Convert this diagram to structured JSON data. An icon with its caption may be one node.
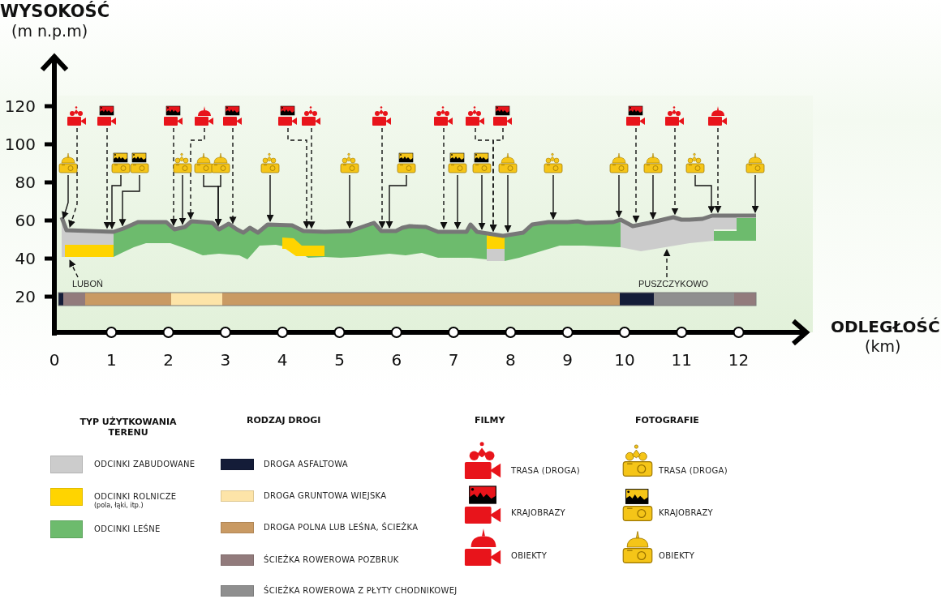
{
  "diagram": {
    "nodes": [
      {
        "text": [],
        "shape": "picture"
      },
      {
        "text": [],
        "shape": "picture"
      },
      {
        "text": [],
        "shape": "picture"
      },
      {
        "text": [],
        "shape": "picture"
      },
      {
        "text": [],
        "shape": "picture"
      },
      {
        "text": [],
        "shape": "picture"
      },
      {
        "text": [],
        "shape": "picture"
      },
      {
        "text": [],
        "shape": "picture"
      },
      {
        "text": [],
        "shape": "picture"
      },
      {
        "text": [],
        "shape": "picture"
      },
      {
        "text": [],
        "shape": "picture"
      },
      {
        "text": [],
        "shape": "picture"
      },
      {
        "text": [],
        "shape": "picture"
      },
      {
        "text": [],
        "shape": "picture"
      },
      {
        "text": [],
        "shape": "picture"
      },
      {
        "text": [],
        "shape": "picture"
      },
      {
        "text": [],
        "shape": "picture"
      },
      {
        "text": [],
        "shape": "picture"
      },
      {
        "text": [],
        "shape": "picture"
      },
      {
        "text": [],
        "shape": "picture"
      },
      {
        "text": [],
        "shape": "picture"
      },
      {
        "text": [],
        "shape": "picture"
      },
      {
        "text": [],
        "shape": "picture"
      },
      {
        "text": [],
        "shape": "picture"
      },
      {
        "text": [],
        "shape": "picture"
      },
      {
        "text": [],
        "shape": "picture"
      },
      {
        "text": [],
        "shape": "picture"
      },
      {
        "text": [],
        "shape": "picture"
      },
      {
        "text": [],
        "shape": "picture"
      },
      {
        "text": [],
        "shape": "picture"
      },
      {
        "text": [],
        "shape": "picture"
      },
      {
        "text": [
          "LUBOŃ"
        ]
      },
      {
        "text": [
          "PUSZCZYKOWO"
        ]
      },
      {
        "text": [],
        "shape": "picture"
      }
    ],
    "edges": [
      {
        "from": 0,
        "to": 33,
        "arrow": "to",
        "style": "dashed"
      },
      {
        "from": 1,
        "to": 33,
        "arrow": "to",
        "style": "dashed"
      },
      {
        "from": 2,
        "to": 33,
        "arrow": "to",
        "style": "dashed"
      },
      {
        "from": 3,
        "to": 33,
        "arrow": "to",
        "style": "dashed"
      },
      {
        "from": 4,
        "to": 33,
        "arrow": "to",
        "style": "dashed"
      },
      {
        "from": 5,
        "to": 33,
        "arrow": "to",
        "style": "dashed"
      },
      {
        "from": 6,
        "to": 33,
        "arrow": "to",
        "style": "dashed"
      },
      {
        "from": 7,
        "to": 33,
        "arrow": "to",
        "style": "dashed"
      },
      {
        "from": 8,
        "to": 33,
        "arrow": "to",
        "style": "dashed"
      },
      {
        "from": 9,
        "to": 33,
        "arrow": "to",
        "style": "dashed"
      },
      {
        "from": 10,
        "to": 33,
        "arrow": "to",
        "style": "dashed"
      },
      {
        "from": 11,
        "to": 33,
        "arrow": "to",
        "style": "dashed"
      },
      {
        "from": 12,
        "to": 33,
        "arrow": "to",
        "style": "dashed"
      },
      {
        "from": 13,
        "to": 33,
        "arrow": "to",
        "style": "dashed"
      },
      {
        "from": 14,
        "to": 33,
        "arrow": "to"
      },
      {
        "from": 15,
        "to": 33,
        "arrow": "to"
      },
      {
        "from": 16,
        "to": 33,
        "arrow": "to"
      },
      {
        "from": 17,
        "to": 33,
        "arrow": "to"
      },
      {
        "from": 18,
        "to": 33,
        "arrow": "to"
      },
      {
        "from": 19,
        "to": 33,
        "arrow": "to"
      },
      {
        "from": 20,
        "to": 33,
        "arrow": "to"
      },
      {
        "from": 21,
        "to": 33,
        "arrow": "to"
      },
      {
        "from": 22,
        "to": 33,
        "arrow": "to"
      },
      {
        "from": 23,
        "to": 33,
        "arrow": "to"
      },
      {
        "from": 24,
        "to": 33,
        "arrow": "to"
      },
      {
        "from": 25,
        "to": 33,
        "arrow": "to"
      },
      {
        "from": 26,
        "to": 33,
        "arrow": "to"
      },
      {
        "from": 27,
        "to": 33,
        "arrow": "to"
      },
      {
        "from": 28,
        "to": 33,
        "arrow": "to"
      },
      {
        "from": 29,
        "to": 33,
        "arrow": "to"
      },
      {
        "from": 30,
        "to": 33,
        "arrow": "to"
      },
      {
        "from": 31,
        "to": 33,
        "arrow": "to",
        "style": "dashed"
      },
      {
        "from": 32,
        "to": 33,
        "arrow": "to",
        "style": "dashed"
      }
    ],
    "labels": [
      "WYSOKOŚĆ",
      "(m n.p.m)",
      "120",
      "100",
      "80",
      "60",
      "40",
      "20",
      "ODLEGŁOŚĆ",
      "(km)",
      "0",
      "1",
      "2",
      "3",
      "4",
      "5",
      "6",
      "7",
      "8",
      "9",
      "10",
      "11",
      "12",
      "TYP UŻYTKOWANIA TERENU",
      "RODZAJ DROGI",
      "FILMY",
      "FOTOGRAFIE",
      "(pola, łąki, itp.)"
    ],
    "legend": [
      {
        "text": "ODCINKI ZABUDOWANE",
        "color": "#cccccc"
      },
      {
        "text": "ODCINKI ROLNICZE",
        "color": "#ffd400"
      },
      {
        "text": "ODCINKI LEŚNE",
        "color": "#6dbb6d"
      },
      {
        "text": "DROGA ASFALTOWA",
        "color": "#141c38"
      },
      {
        "text": "DROGA GRUNTOWA WIEJSKA",
        "color": "#fde4a8"
      },
      {
        "text": "DROGA POLNA LUB LEŚNA, ŚCIEŻKA",
        "color": "#c99a63"
      },
      {
        "text": "ŚCIEŻKA ROWEROWA POZBRUK",
        "color": "#927b7c"
      },
      {
        "text": "ŚCIEŻKA ROWEROWA Z PŁYTY CHODNIKOWEJ",
        "color": "#8f8f8f"
      },
      {
        "text": "TRASA (DROGA)"
      },
      {
        "text": "KRAJOBRAZY"
      },
      {
        "text": "OBIEKTY"
      },
      {
        "text": "TRASA (DROGA)"
      },
      {
        "text": "KRAJOBRAZY"
      },
      {
        "text": "OBIEKTY"
      }
    ]
  }
}
